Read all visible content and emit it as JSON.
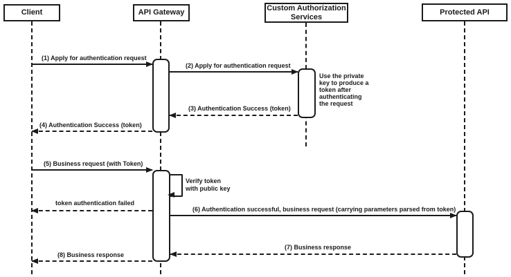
{
  "diagram": {
    "kind": "sequence-diagram",
    "background_color": "#ffffff",
    "line_color": "#1a1a1a"
  },
  "actors": [
    {
      "name": "Client"
    },
    {
      "name": "API Gateway"
    },
    {
      "name": "Custom Authorization Services"
    },
    {
      "name": "Protected API"
    }
  ],
  "messages": [
    {
      "label": "(1) Apply for authentication request",
      "from": "Client",
      "to": "API Gateway",
      "line": "solid"
    },
    {
      "label": "(2) Apply for authentication request",
      "from": "API Gateway",
      "to": "Custom Authorization Services",
      "line": "solid"
    },
    {
      "label": "(3) Authentication Success (token)",
      "from": "Custom Authorization Services",
      "to": "API Gateway",
      "line": "dashed"
    },
    {
      "label": "(4) Authentication Success (token)",
      "from": "API Gateway",
      "to": "Client",
      "line": "dashed"
    },
    {
      "label": "(5) Business request (with Token)",
      "from": "Client",
      "to": "API Gateway",
      "line": "solid"
    },
    {
      "label": "token authentication failed",
      "from": "API Gateway",
      "to": "Client",
      "line": "dashed"
    },
    {
      "label": "(6) Authentication successful, business request (carrying parameters parsed from token)",
      "from": "API Gateway",
      "to": "Protected API",
      "line": "solid"
    },
    {
      "label": "(7) Business response",
      "from": "Protected API",
      "to": "API Gateway",
      "line": "dashed"
    },
    {
      "label": "(8) Business response",
      "from": "API Gateway",
      "to": "Client",
      "line": "dashed"
    }
  ],
  "self_message": {
    "label": "Verify token\nwith public key",
    "actor": "API Gateway"
  },
  "note": {
    "text": "Use the private\nkey to produce a\ntoken after\nauthenticating\nthe request",
    "actor": "Custom Authorization Services"
  }
}
